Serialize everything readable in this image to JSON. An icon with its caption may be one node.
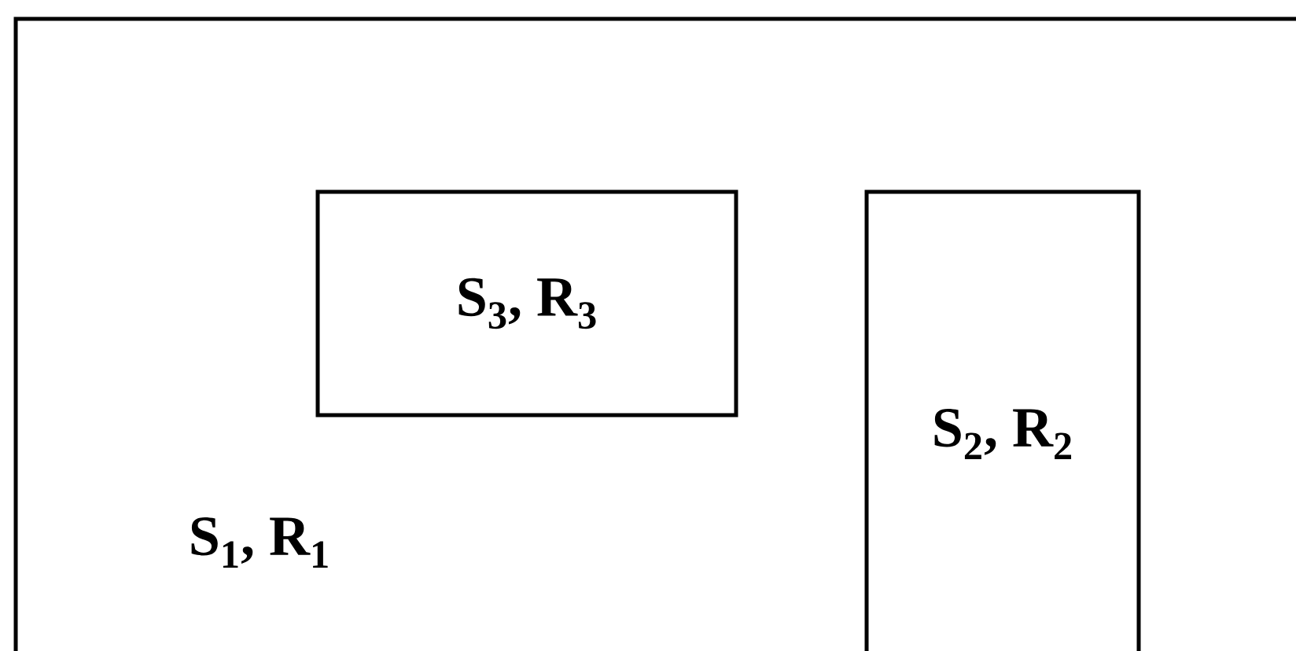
{
  "diagram": {
    "nodes": [
      {
        "text": [
          "S$_{1}$, R$_{1}$"
        ]
      },
      {
        "text": [
          "S$_{3}$, R$_{3}$"
        ],
        "in": 0
      },
      {
        "text": [
          "S$_{2}$, R$_{2}$"
        ],
        "in": 0
      }
    ]
  }
}
